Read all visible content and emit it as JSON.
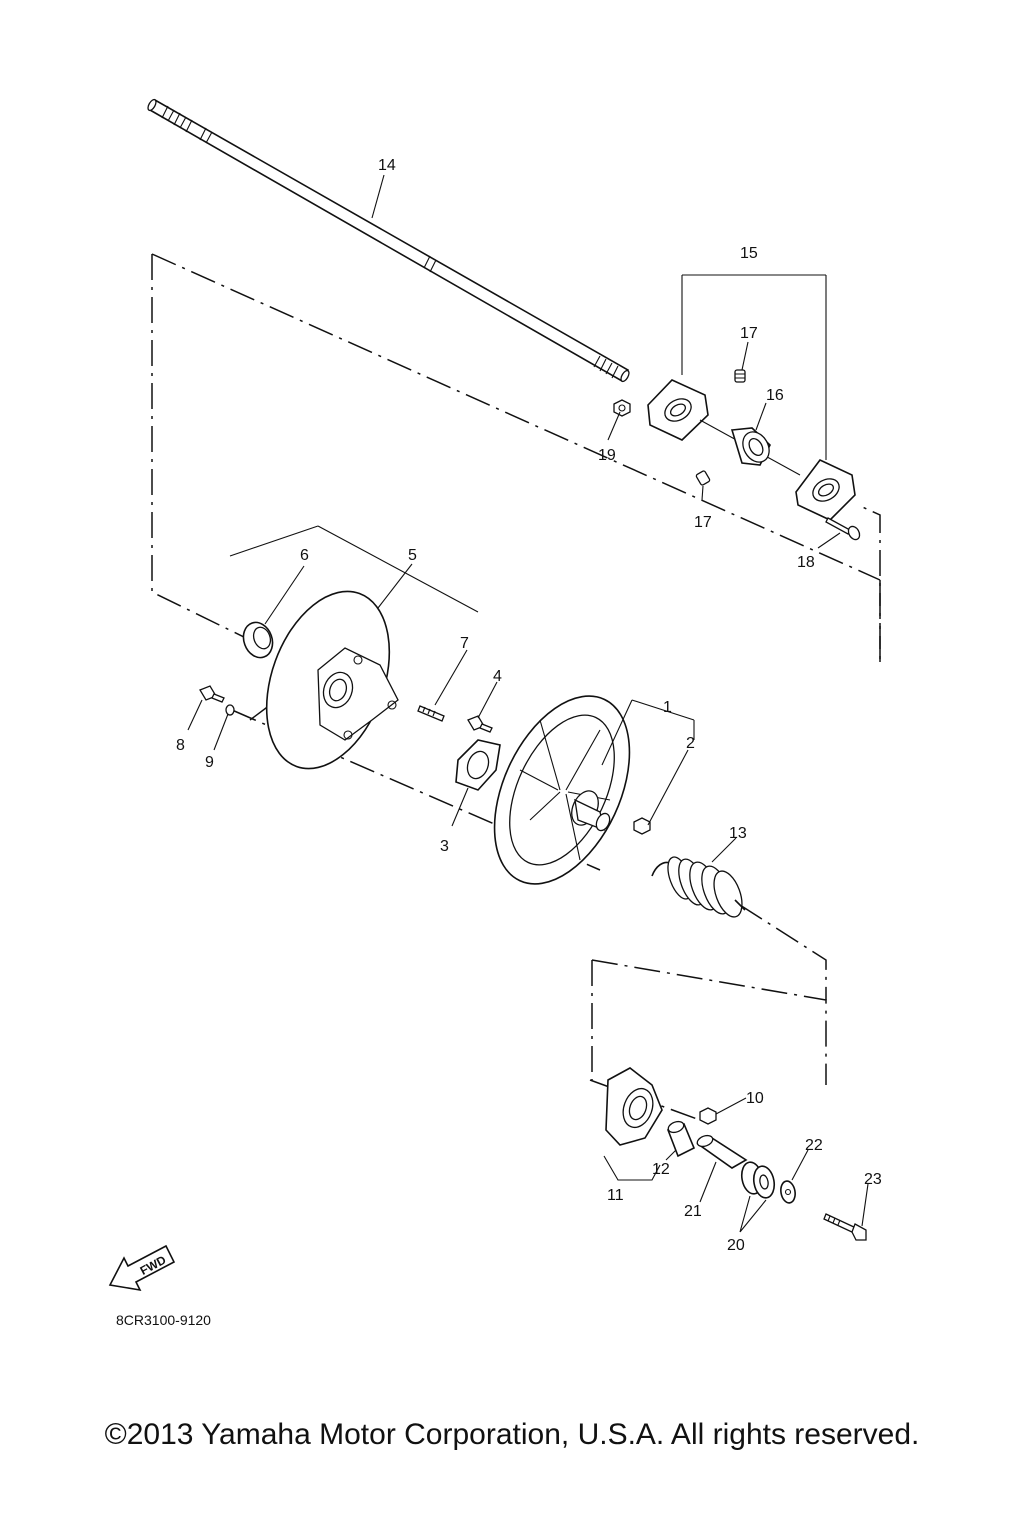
{
  "diagram": {
    "part_labels": [
      "1",
      "2",
      "3",
      "4",
      "5",
      "6",
      "7",
      "8",
      "9",
      "10",
      "11",
      "12",
      "13",
      "14",
      "15",
      "16",
      "17",
      "17",
      "18",
      "19",
      "20",
      "21",
      "22",
      "23"
    ],
    "fwd_label": "FWD",
    "drawing_code": "8CR3100-9120"
  },
  "footer": {
    "copyright": "©2013 Yamaha Motor Corporation, U.S.A. All rights reserved."
  }
}
